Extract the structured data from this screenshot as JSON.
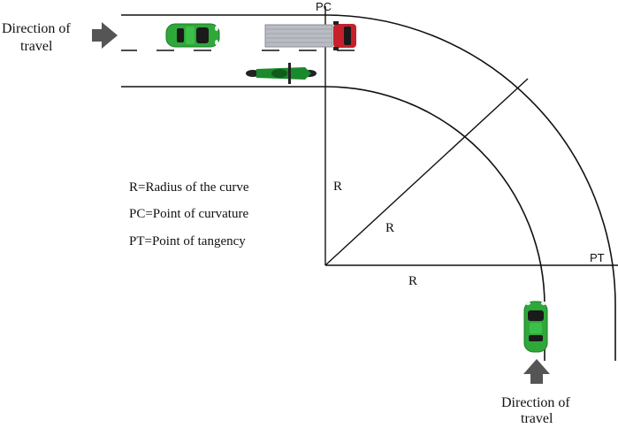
{
  "labels": {
    "direction_top_line1": "Direction of",
    "direction_top_line2": "travel",
    "direction_bottom_line1": "Direction of",
    "direction_bottom_line2": "travel",
    "pc": "PC",
    "pt": "PT",
    "r_vertical": "R",
    "r_diagonal": "R",
    "r_horizontal": "R"
  },
  "legend": [
    "R=Radius of the curve",
    "PC=Point of curvature",
    "PT=Point of tangency"
  ],
  "colors": {
    "line": "#111111",
    "arrow": "#555555",
    "car_green": "#2fa83a",
    "car_green_dark": "#1e7a27",
    "truck_cab": "#c8202a",
    "truck_box": "#b9bcc2",
    "motorcycle": "#1a8a2c"
  },
  "icons": [
    "arrow-right-icon",
    "arrow-up-icon",
    "green-car-icon",
    "truck-icon",
    "motorcycle-icon"
  ]
}
